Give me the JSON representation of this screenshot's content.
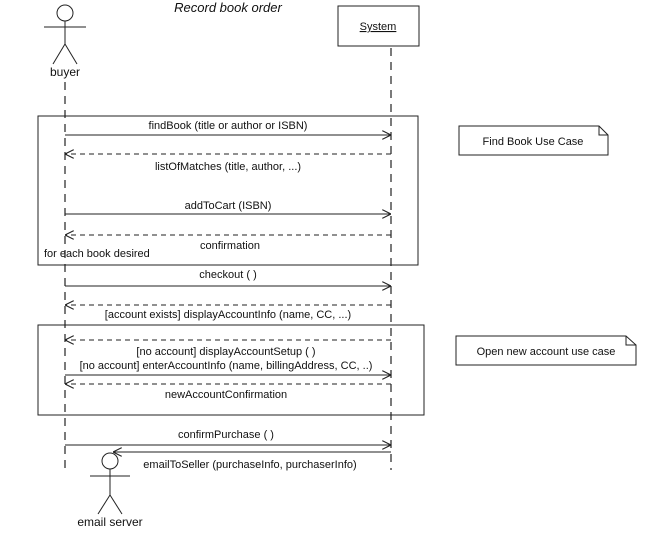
{
  "diagram": {
    "title": "Record book order",
    "actors": {
      "buyer": "buyer",
      "system": "System",
      "email_server": "email server"
    },
    "messages": [
      {
        "label": "findBook (title or author or ISBN)",
        "kind": "call"
      },
      {
        "label": "listOfMatches (title, author, ...)",
        "kind": "return"
      },
      {
        "label": "addToCart (ISBN)",
        "kind": "call"
      },
      {
        "label": "confirmation",
        "kind": "return"
      },
      {
        "label": "checkout ( )",
        "kind": "call"
      },
      {
        "label": "[account exists] displayAccountInfo (name, CC, ...)",
        "kind": "return"
      },
      {
        "label": "[no account] displayAccountSetup ( )",
        "kind": "return"
      },
      {
        "label": "[no account] enterAccountInfo (name, billingAddress, CC, ..)",
        "kind": "call"
      },
      {
        "label": "newAccountConfirmation",
        "kind": "return"
      },
      {
        "label": "confirmPurchase ( )",
        "kind": "call"
      },
      {
        "label": "emailToSeller (purchaseInfo, purchaserInfo)",
        "kind": "call"
      }
    ],
    "loop_frame_label": "for each book desired",
    "notes": [
      "Find Book Use Case",
      "Open new account use case"
    ]
  }
}
